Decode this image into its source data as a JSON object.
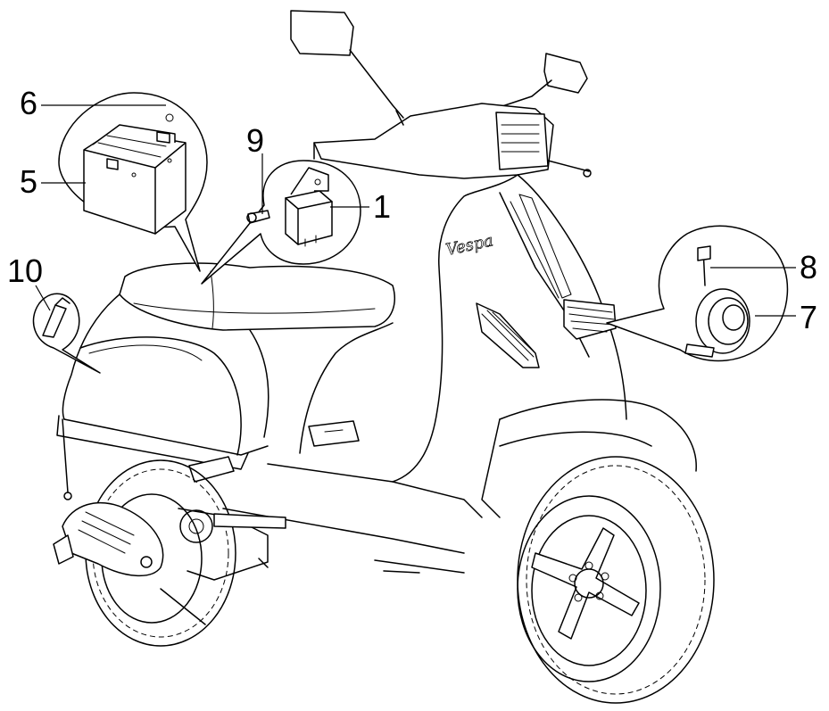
{
  "callouts": [
    {
      "id": "1",
      "label": "1",
      "part": "relay"
    },
    {
      "id": "5",
      "label": "5",
      "part": "battery"
    },
    {
      "id": "6",
      "label": "6",
      "part": "battery-terminal-screw"
    },
    {
      "id": "7",
      "label": "7",
      "part": "horn"
    },
    {
      "id": "8",
      "label": "8",
      "part": "horn-bolt"
    },
    {
      "id": "9",
      "label": "9",
      "part": "relay-screw"
    },
    {
      "id": "10",
      "label": "10",
      "part": "fuse-clip"
    }
  ],
  "brand_script": "Vespa"
}
